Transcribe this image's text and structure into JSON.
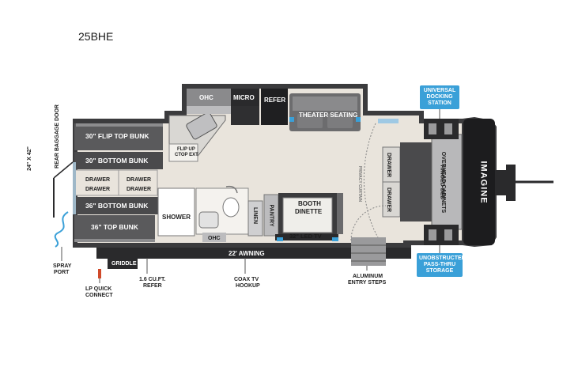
{
  "title": "25BHE",
  "labels": {
    "ohc_top": "OHC",
    "micro": "MICRO",
    "refer_top": "REFER",
    "theater_seating": "THEATER SEATING",
    "flip_top_bunk": "30\" FLIP TOP BUNK",
    "bottom_bunk_30": "30\" BOTTOM BUNK",
    "drawer1": "DRAWER",
    "drawer2": "DRAWER",
    "drawer3": "DRAWER",
    "drawer4": "DRAWER",
    "bottom_bunk_36": "36\" BOTTOM BUNK",
    "top_bunk_36": "36\" TOP BUNK",
    "shower": "SHOWER",
    "ohc_bath": "OHC",
    "linen": "LINEN",
    "pantry": "PANTRY",
    "booth_dinette_1": "BOOTH",
    "booth_dinette_2": "DINETTE",
    "led_tv": "32\" LED TV",
    "flip_up_ctop_1": "FLIP UP",
    "flip_up_ctop_2": "CTOP EXT",
    "privacy_curtain": "PRIVACY CURTAIN",
    "drawer_bed_1": "DRAWER",
    "drawer_bed_2": "DRAWER",
    "hinged_bed_1": "HINGED BED",
    "hinged_bed_2": "OVERHEAD CABINETS",
    "brand": "IMAGINE",
    "awning": "22' AWNING",
    "griddle": "GRIDDLE",
    "rear_door_1": "24\" X 42\"",
    "rear_door_2": "REAR BAGGAGE DOOR",
    "spray_port_1": "SPRAY",
    "spray_port_2": "PORT",
    "lp_quick_1": "LP QUICK",
    "lp_quick_2": "CONNECT",
    "refer_bottom_1": "1.6 CU.FT.",
    "refer_bottom_2": "REFER",
    "coax_1": "COAX TV",
    "coax_2": "HOOKUP",
    "steps_1": "ALUMINUM",
    "steps_2": "ENTRY STEPS"
  },
  "callouts": {
    "docking_1": "UNIVERSAL",
    "docking_2": "DOCKING",
    "docking_3": "STATION",
    "storage_1": "UNOBSTRUCTED",
    "storage_2": "PASS-THRU",
    "storage_3": "STORAGE"
  },
  "colors": {
    "wall": "#3b3b3d",
    "floor": "#e9e4dc",
    "fabric": "#5a5a5c",
    "accent": "#3aa0d8"
  }
}
